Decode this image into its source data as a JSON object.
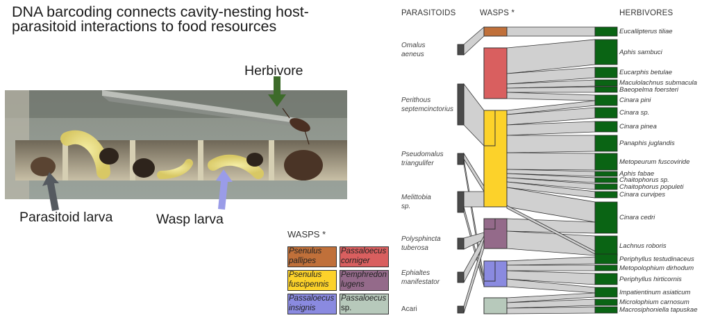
{
  "title": "DNA barcoding connects cavity-nesting host-parasitoid interactions to food resources",
  "photo": {
    "labels": {
      "herbivore": "Herbivore",
      "parasitoid_larva": "Parasitoid larva",
      "wasp_larva": "Wasp larva"
    },
    "arrow_colors": {
      "herbivore": "#3d6b2a",
      "parasitoid_larva": "#555a60",
      "wasp_larva": "#9a9ce8"
    }
  },
  "network": {
    "headers": {
      "parasitoids": "PARASITOIDS",
      "wasps": "WASPS *",
      "herbivores": "HERBIVORES"
    },
    "parasitoids": [
      {
        "name_l1": "Omalus",
        "name_l2": "aeneus",
        "italic": true
      },
      {
        "name_l1": "Perithous",
        "name_l2": "septemcinctorius",
        "italic": true
      },
      {
        "name_l1": "Pseudomalus",
        "name_l2": "triangulifer",
        "italic": true
      },
      {
        "name_l1": "Melittobia",
        "name_l2": "sp.",
        "italic": true
      },
      {
        "name_l1": "Polysphincta",
        "name_l2": "tuberosa",
        "italic": true
      },
      {
        "name_l1": "Ephialtes",
        "name_l2": "manifestator",
        "italic": true
      },
      {
        "name_l1": "Acari",
        "name_l2": "",
        "italic": false
      }
    ],
    "herbivores": [
      "Eucallipterus tiliae",
      "Aphis sambuci",
      "Eucarphis betulae",
      "Maculolachnus submacula",
      "Baeopelma foersteri",
      "Cinara pini",
      "Cinara sp.",
      "Cinara pinea",
      "Panaphis juglandis",
      "Metopeurum fuscoviride",
      "Aphis fabae",
      "Chaitophorus sp.",
      "Chaitophorus populeti",
      "Cinara curvipes",
      "Cinara cedri",
      "Lachnus roboris",
      "Periphyllus testudinaceus",
      "Metopolophium dirhodum",
      "Periphyllus hirticornis",
      "Impatientinum asiaticum",
      "Microlophium carnosum",
      "Macrosiphoniella tapuskae"
    ],
    "colors": {
      "parasitoid_node": "#4a4a4a",
      "herbivore_node": "#0a6414",
      "link": "#d0d0d0",
      "outline": "#333333"
    }
  },
  "legend": {
    "title": "WASPS *",
    "items": [
      {
        "l1": "Psenulus",
        "l2": "pallipes",
        "color": "#c0703a"
      },
      {
        "l1": "Passaloecus",
        "l2": "corniger",
        "color": "#d95f5f"
      },
      {
        "l1": "Psenulus",
        "l2": "fuscipennis",
        "color": "#fcd22a"
      },
      {
        "l1": "Pemphredon",
        "l2": "lugens",
        "color": "#946a8a"
      },
      {
        "l1": "Passaloecus",
        "l2": "insignis",
        "color": "#8a8ae0"
      },
      {
        "l1": "Passaloecus",
        "l2": "sp.",
        "color": "#b7c9bb"
      }
    ]
  }
}
